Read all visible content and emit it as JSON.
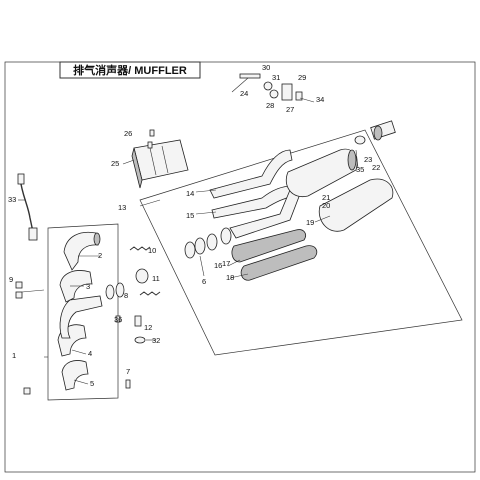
{
  "title": "排气消声器/ MUFFLER",
  "callouts": [
    "1",
    "2",
    "3",
    "4",
    "5",
    "6",
    "7",
    "8",
    "9",
    "10",
    "11",
    "12",
    "13",
    "14",
    "15",
    "16",
    "17",
    "18",
    "19",
    "20",
    "21",
    "22",
    "23",
    "24",
    "25",
    "26",
    "27",
    "28",
    "29",
    "30",
    "31",
    "32",
    "33",
    "34",
    "35",
    "36"
  ],
  "colors": {
    "line": "#222222",
    "part_fill": "#f4f4f4",
    "part_shade": "#bdbdbd"
  }
}
